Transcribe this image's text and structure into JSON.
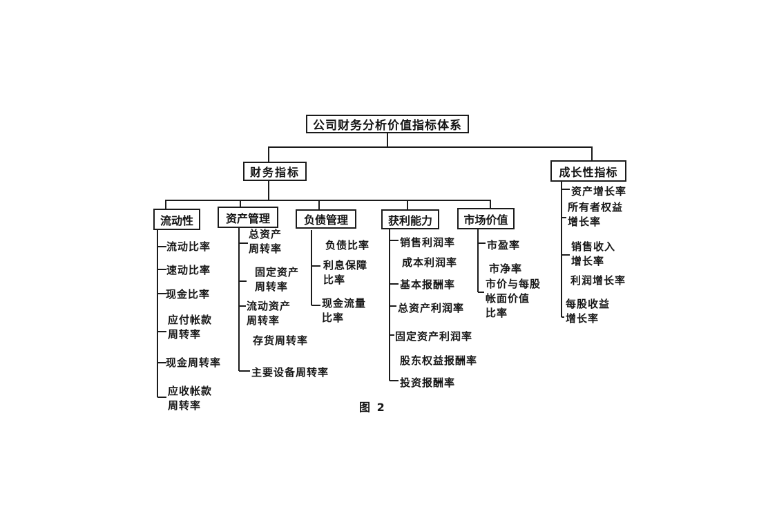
{
  "diagram": {
    "title": "公司财务分析价值指标体系",
    "caption": "图 2",
    "level1": [
      {
        "label": "财务指标"
      },
      {
        "label": "成长性指标"
      }
    ],
    "categories": [
      {
        "label": "流动性",
        "items": [
          "流动比率",
          "速动比率",
          "现金比率",
          "应付帐款\n周转率",
          "现金周转率",
          "应收帐款\n周转率"
        ]
      },
      {
        "label": "资产管理",
        "items": [
          "总资产\n周转率",
          "固定资产\n周转率",
          "流动资产\n周转率",
          "存货周转率",
          "主要设备周转率"
        ]
      },
      {
        "label": "负债管理",
        "items": [
          "负债比率",
          "利息保障\n比率",
          "现金流量\n比率"
        ]
      },
      {
        "label": "获利能力",
        "items": [
          "销售利润率",
          "成本利润率",
          "基本报酬率",
          "总资产利润率",
          "固定资产利润率",
          "股东权益报酬率",
          "投资报酬率"
        ]
      },
      {
        "label": "市场价值",
        "items": [
          "市盈率",
          "市净率",
          "市价与每股\n帐面价值\n比率"
        ]
      }
    ],
    "growth": {
      "items": [
        "资产增长率",
        "所有者权益\n增长率",
        "销售收入\n增长率",
        "利润增长率",
        "每股收益\n增长率"
      ]
    }
  },
  "colors": {
    "ink": "#1b1b1b",
    "background": "#ffffff"
  }
}
